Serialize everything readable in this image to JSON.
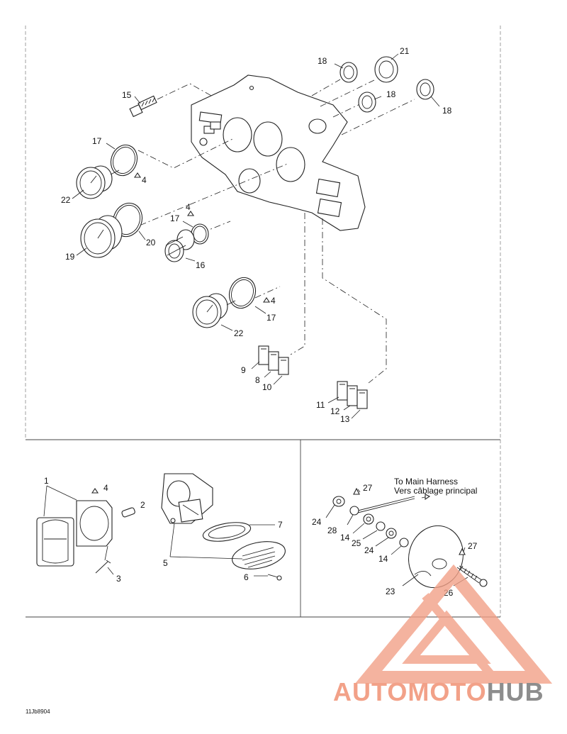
{
  "callouts": {
    "c1": "1",
    "c2": "2",
    "c3": "3",
    "c4a": "4",
    "c4b": "4",
    "c4c": "4",
    "c4d": "4",
    "c5": "5",
    "c6": "6",
    "c7": "7",
    "c8": "8",
    "c9": "9",
    "c10": "10",
    "c11": "11",
    "c12": "12",
    "c13": "13",
    "c14a": "14",
    "c14b": "14",
    "c15": "15",
    "c16": "16",
    "c17a": "17",
    "c17b": "17",
    "c17c": "17",
    "c18a": "18",
    "c18b": "18",
    "c18c": "18",
    "c19": "19",
    "c20": "20",
    "c21": "21",
    "c22a": "22",
    "c22b": "22",
    "c23": "23",
    "c24a": "24",
    "c24b": "24",
    "c25": "25",
    "c26": "26",
    "c27a": "27",
    "c27b": "27",
    "c28": "28"
  },
  "notes": {
    "harness_en": "To Main Harness",
    "harness_fr": "Vers câblage principal"
  },
  "drawing_code": "11Jb8904",
  "watermark": {
    "auto": "AUTO",
    "moto": "MOTO",
    "hub": "HUB",
    "colors": {
      "primary": "#f2a188",
      "secondary": "#8d8d8d"
    }
  }
}
